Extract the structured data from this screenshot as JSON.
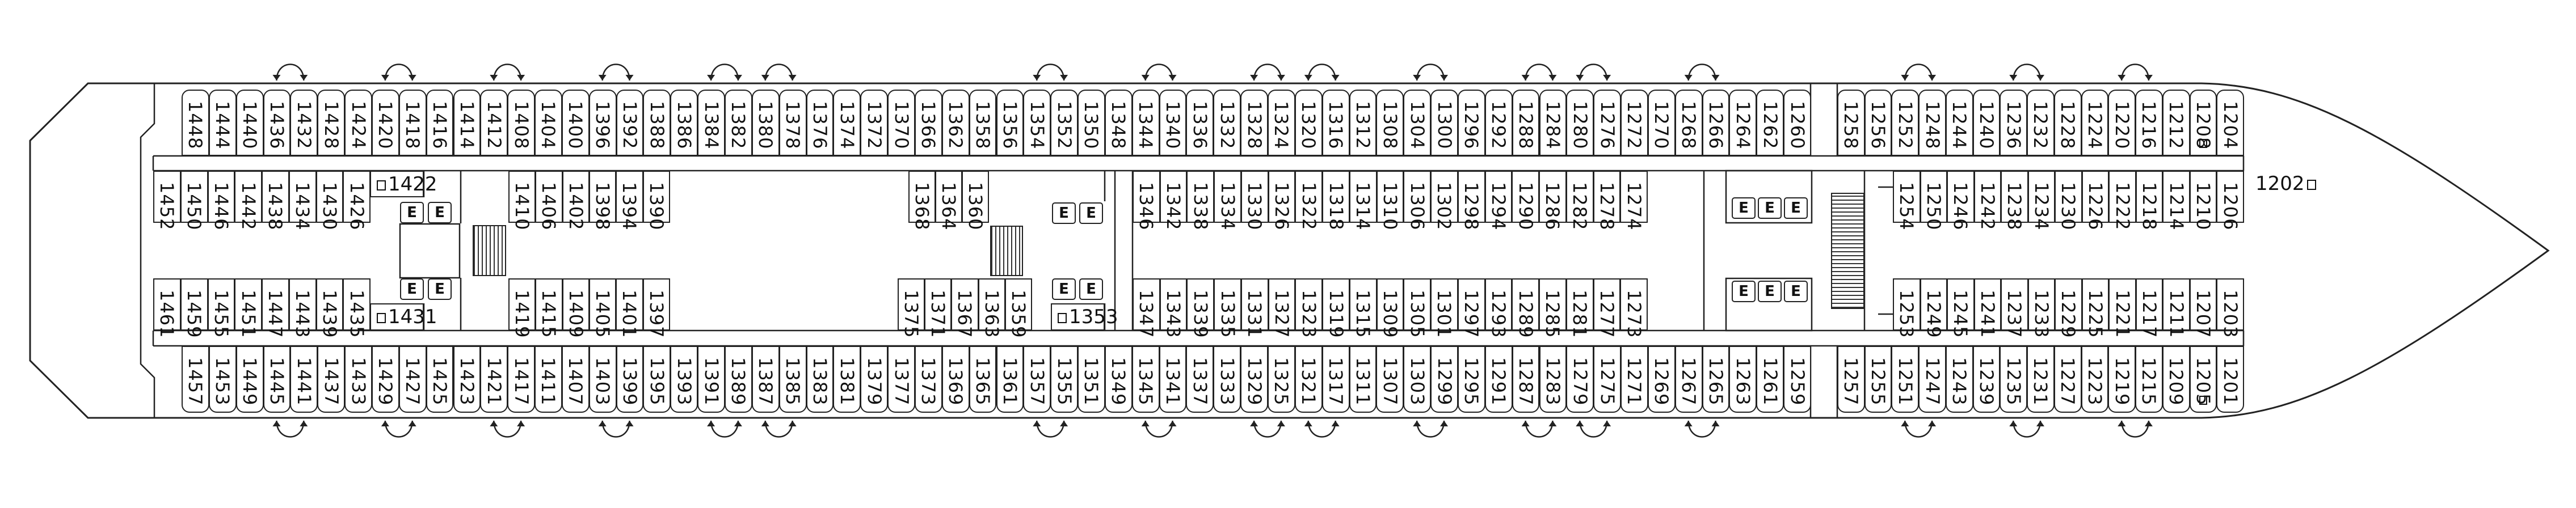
{
  "deck": {
    "title": "Deck plan",
    "accessible_marker": "□"
  },
  "rows": {
    "outer_port_aft": [
      "1448",
      "1444",
      "1440",
      "1436",
      "1432",
      "1428",
      "1424",
      "1420",
      "1418",
      "1416",
      "1414",
      "1412",
      "1408",
      "1404",
      "1400",
      "1396",
      "1392",
      "1388",
      "1386",
      "1384",
      "1382",
      "1380",
      "1378",
      "1376",
      "1374",
      "1372",
      "1370",
      "1366",
      "1362",
      "1358",
      "1356",
      "1354",
      "1352",
      "1350",
      "1348",
      "1344",
      "1340",
      "1336",
      "1332",
      "1328",
      "1324",
      "1320",
      "1316",
      "1312",
      "1308",
      "1304",
      "1300",
      "1296",
      "1292",
      "1288",
      "1284",
      "1280",
      "1276",
      "1272",
      "1270",
      "1268",
      "1266",
      "1264",
      "1262",
      "1260"
    ],
    "outer_port_fwd": [
      "1258",
      "1256",
      "1252",
      "1248",
      "1244",
      "1240",
      "1236",
      "1232",
      "1228",
      "1224",
      "1220",
      "1216",
      "1212",
      "1208",
      "1204"
    ],
    "inner_port_aft": [
      "1452",
      "1450",
      "1446",
      "1442",
      "1438",
      "1434",
      "1430",
      "1426"
    ],
    "inner_port_mid1": [
      "1410",
      "1406",
      "1402",
      "1398",
      "1394",
      "1390"
    ],
    "inner_port_mid2": [
      "1368",
      "1364",
      "1360"
    ],
    "inner_port_mid3": [
      "1346",
      "1342",
      "1338",
      "1334",
      "1330",
      "1326",
      "1322",
      "1318",
      "1314",
      "1310",
      "1306",
      "1302",
      "1298",
      "1294",
      "1290",
      "1286",
      "1282",
      "1278",
      "1274"
    ],
    "inner_port_fwd": [
      "1254",
      "1250",
      "1246",
      "1242",
      "1238",
      "1234",
      "1230",
      "1226",
      "1222",
      "1218",
      "1214",
      "1210",
      "1206"
    ],
    "inner_stbd_aft": [
      "1461",
      "1459",
      "1455",
      "1451",
      "1447",
      "1443",
      "1439",
      "1435"
    ],
    "inner_stbd_mid1": [
      "1419",
      "1415",
      "1409",
      "1405",
      "1401",
      "1397"
    ],
    "inner_stbd_mid2": [
      "1375",
      "1371",
      "1367",
      "1363",
      "1359"
    ],
    "inner_stbd_mid3": [
      "1347",
      "1343",
      "1339",
      "1335",
      "1331",
      "1327",
      "1323",
      "1319",
      "1315",
      "1309",
      "1305",
      "1301",
      "1297",
      "1293",
      "1289",
      "1285",
      "1281",
      "1277",
      "1273"
    ],
    "inner_stbd_fwd": [
      "1253",
      "1249",
      "1245",
      "1241",
      "1237",
      "1233",
      "1229",
      "1225",
      "1221",
      "1217",
      "1211",
      "1207",
      "1203"
    ],
    "outer_stbd_aft": [
      "1457",
      "1453",
      "1449",
      "1445",
      "1441",
      "1437",
      "1433",
      "1429",
      "1427",
      "1425",
      "1423",
      "1421",
      "1417",
      "1411",
      "1407",
      "1403",
      "1399",
      "1395",
      "1393",
      "1391",
      "1389",
      "1387",
      "1385",
      "1383",
      "1381",
      "1379",
      "1377",
      "1373",
      "1369",
      "1365",
      "1361",
      "1357",
      "1355",
      "1351",
      "1349",
      "1345",
      "1341",
      "1337",
      "1333",
      "1329",
      "1325",
      "1321",
      "1317",
      "1311",
      "1307",
      "1303",
      "1299",
      "1295",
      "1291",
      "1287",
      "1283",
      "1279",
      "1275",
      "1271",
      "1269",
      "1267",
      "1265",
      "1263",
      "1261",
      "1259"
    ],
    "outer_stbd_fwd": [
      "1257",
      "1255",
      "1251",
      "1247",
      "1243",
      "1239",
      "1235",
      "1231",
      "1227",
      "1223",
      "1219",
      "1215",
      "1209",
      "1205",
      "1201"
    ]
  },
  "accessible_cabins": [
    "1208",
    "1205"
  ],
  "special_labels": {
    "c1422": "1422",
    "c1431": "1431",
    "c1353": "1353",
    "c1202": "1202"
  },
  "elevator_glyph": "E",
  "connecting_pairs_top": [
    [
      "1436",
      "1432"
    ],
    [
      "1420",
      "1418"
    ],
    [
      "1412",
      "1408"
    ],
    [
      "1396",
      "1392"
    ],
    [
      "1384",
      "1382"
    ],
    [
      "1380",
      "1378"
    ],
    [
      "1354",
      "1352"
    ],
    [
      "1344",
      "1340"
    ],
    [
      "1328",
      "1324"
    ],
    [
      "1320",
      "1316"
    ],
    [
      "1304",
      "1300"
    ],
    [
      "1288",
      "1284"
    ],
    [
      "1280",
      "1276"
    ],
    [
      "1268",
      "1266"
    ],
    [
      "1252",
      "1248"
    ],
    [
      "1236",
      "1232"
    ],
    [
      "1220",
      "1216"
    ]
  ],
  "connecting_pairs_bottom": [
    [
      "1445",
      "1441"
    ],
    [
      "1429",
      "1427"
    ],
    [
      "1421",
      "1417"
    ],
    [
      "1403",
      "1399"
    ],
    [
      "1391",
      "1389"
    ],
    [
      "1387",
      "1385"
    ],
    [
      "1357",
      "1355"
    ],
    [
      "1345",
      "1341"
    ],
    [
      "1329",
      "1325"
    ],
    [
      "1321",
      "1317"
    ],
    [
      "1303",
      "1299"
    ],
    [
      "1287",
      "1283"
    ],
    [
      "1279",
      "1275"
    ],
    [
      "1267",
      "1265"
    ],
    [
      "1251",
      "1247"
    ],
    [
      "1235",
      "1231"
    ],
    [
      "1219",
      "1215"
    ]
  ]
}
